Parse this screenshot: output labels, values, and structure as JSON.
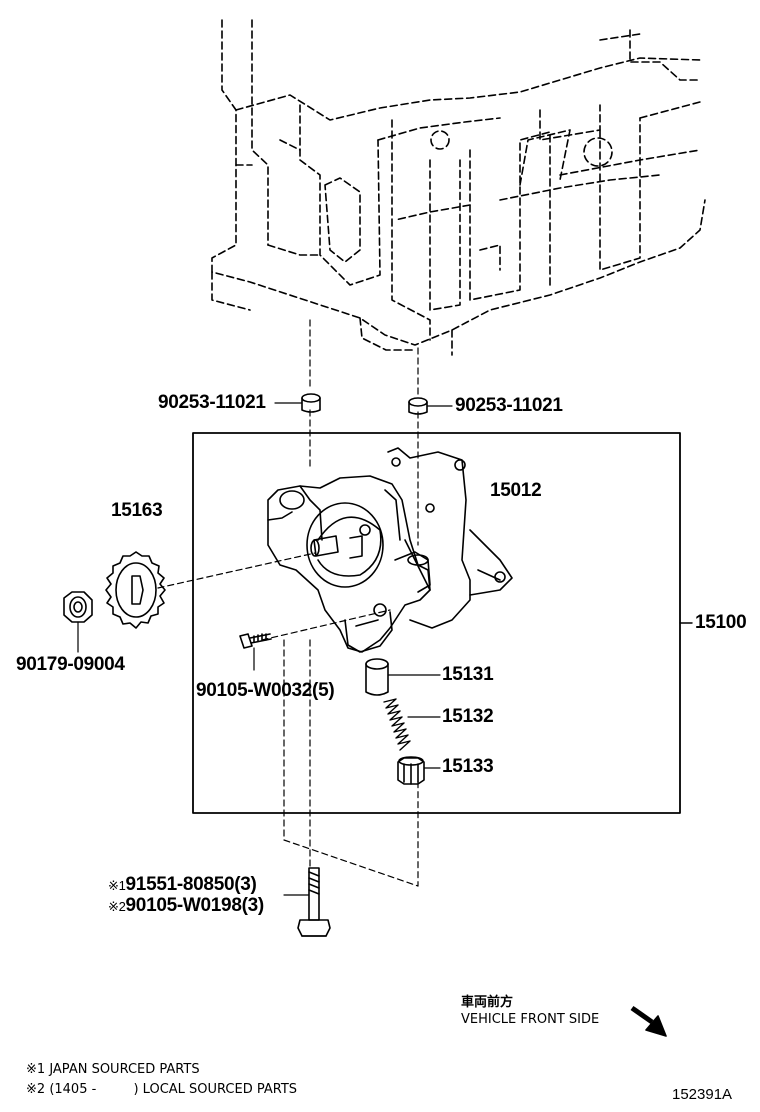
{
  "parts": {
    "dowel_left": "90253-11021",
    "dowel_right": "90253-11021",
    "pump_cover": "15012",
    "sprocket": "15163",
    "pump_assembly": "15100",
    "nut": "90179-09004",
    "screw": "90105-W0032(5)",
    "relief_valve": "15131",
    "spring": "15132",
    "plug": "15133",
    "bolt_option1": "91551-80850(3)",
    "bolt_option2": "90105-W0198(3)"
  },
  "marks": {
    "option1": "※1",
    "option2": "※2"
  },
  "direction": {
    "japanese": "車両前方",
    "english": "VEHICLE FRONT SIDE"
  },
  "notes": [
    {
      "mark": "※1",
      "text": "JAPAN SOURCED PARTS"
    },
    {
      "mark": "※2",
      "text": "(1405 -         ) LOCAL SOURCED PARTS"
    }
  ],
  "reference_code": "152391A"
}
